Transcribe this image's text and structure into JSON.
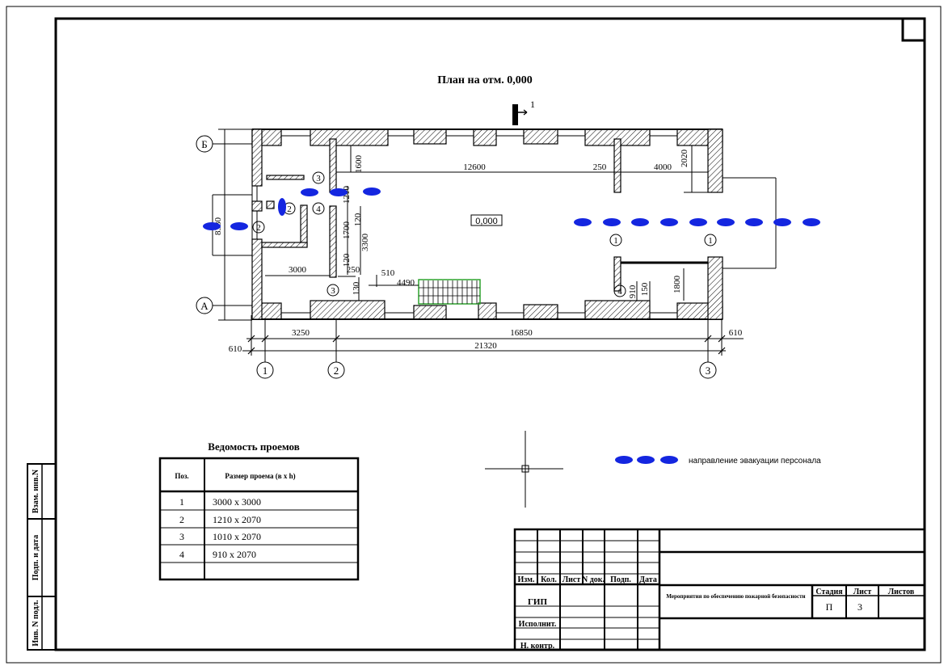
{
  "title": "План на отм. 0,000",
  "section_mark": "1",
  "level_mark": "0,000",
  "axes": {
    "rows": [
      "Б",
      "А"
    ],
    "cols": [
      "1",
      "2",
      "3"
    ]
  },
  "dims": {
    "d1600": "1600",
    "d12600": "12600",
    "d250a": "250",
    "d4000": "4000",
    "d2020": "2020",
    "d1210": "1210",
    "d1700": "1700",
    "d120a": "120",
    "d3300": "3300",
    "d8380": "8380",
    "d120b": "120",
    "d250b": "250",
    "d3000": "3000",
    "d130": "130",
    "d510": "510",
    "d4490": "4490",
    "d910": "910",
    "d150": "150",
    "d1800": "1800",
    "d3250": "3250",
    "d16850": "16850",
    "d610a": "610",
    "d610b": "610",
    "d21320": "21320"
  },
  "openings": {
    "o3a": "3",
    "o2a": "2",
    "o2b": "2",
    "o4a": "4",
    "o1a": "1",
    "o1b": "1",
    "o3b": "3",
    "o4b": "4"
  },
  "legend": {
    "text": "направление эвакуации персонала"
  },
  "table": {
    "title": "Ведомость проемов",
    "headers": [
      "Поз.",
      "Размер проема (в х h)"
    ],
    "rows": [
      [
        "1",
        "3000 х 3000"
      ],
      [
        "2",
        "1210 х 2070"
      ],
      [
        "3",
        "1010 х 2070"
      ],
      [
        "4",
        "910 х 2070"
      ]
    ]
  },
  "side_stamp": {
    "a": "Взам. инв.N",
    "b": "Подп. и дата",
    "c": "Инв. N подл."
  },
  "title_block": {
    "cols": [
      "Изм.",
      "Кол.",
      "Лист",
      "N док.",
      "Подп.",
      "Дата"
    ],
    "roles": [
      "ГИП",
      "Исполнит.",
      "Н. контр."
    ],
    "description": "Мероприятия по обеспечению пожарной безопасности",
    "stage_h": "Стадия",
    "sheet_h": "Лист",
    "sheets_h": "Листов",
    "stage": "П",
    "sheet": "3",
    "sheets": ""
  },
  "colors": {
    "evacuation": "#1426e0",
    "stair_outline": "#2fa32f"
  }
}
